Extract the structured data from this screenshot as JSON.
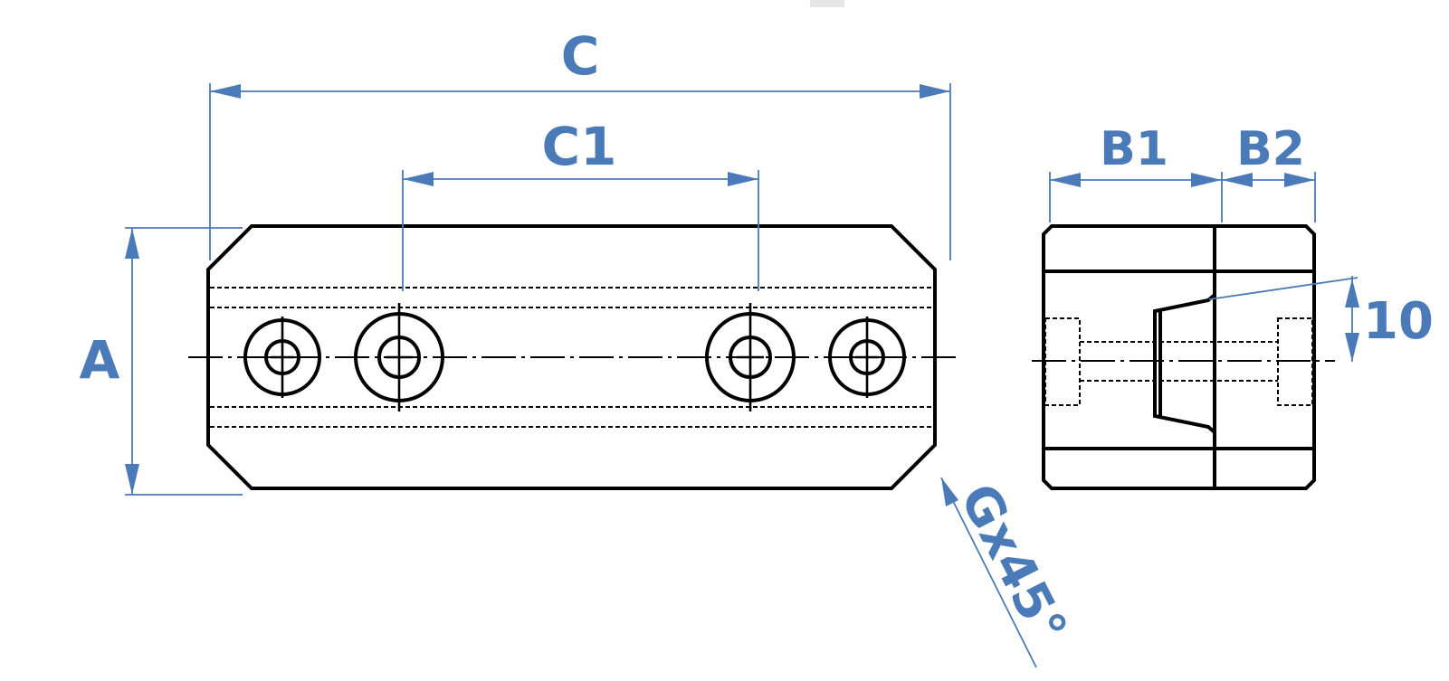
{
  "labels": {
    "c": "C",
    "c1": "C1",
    "a": "A",
    "b1": "B1",
    "b2": "B2",
    "ten": "10",
    "chamfer": "Gx45°"
  },
  "colors": {
    "dimension": "#4a7ab8",
    "part": "#000000"
  }
}
